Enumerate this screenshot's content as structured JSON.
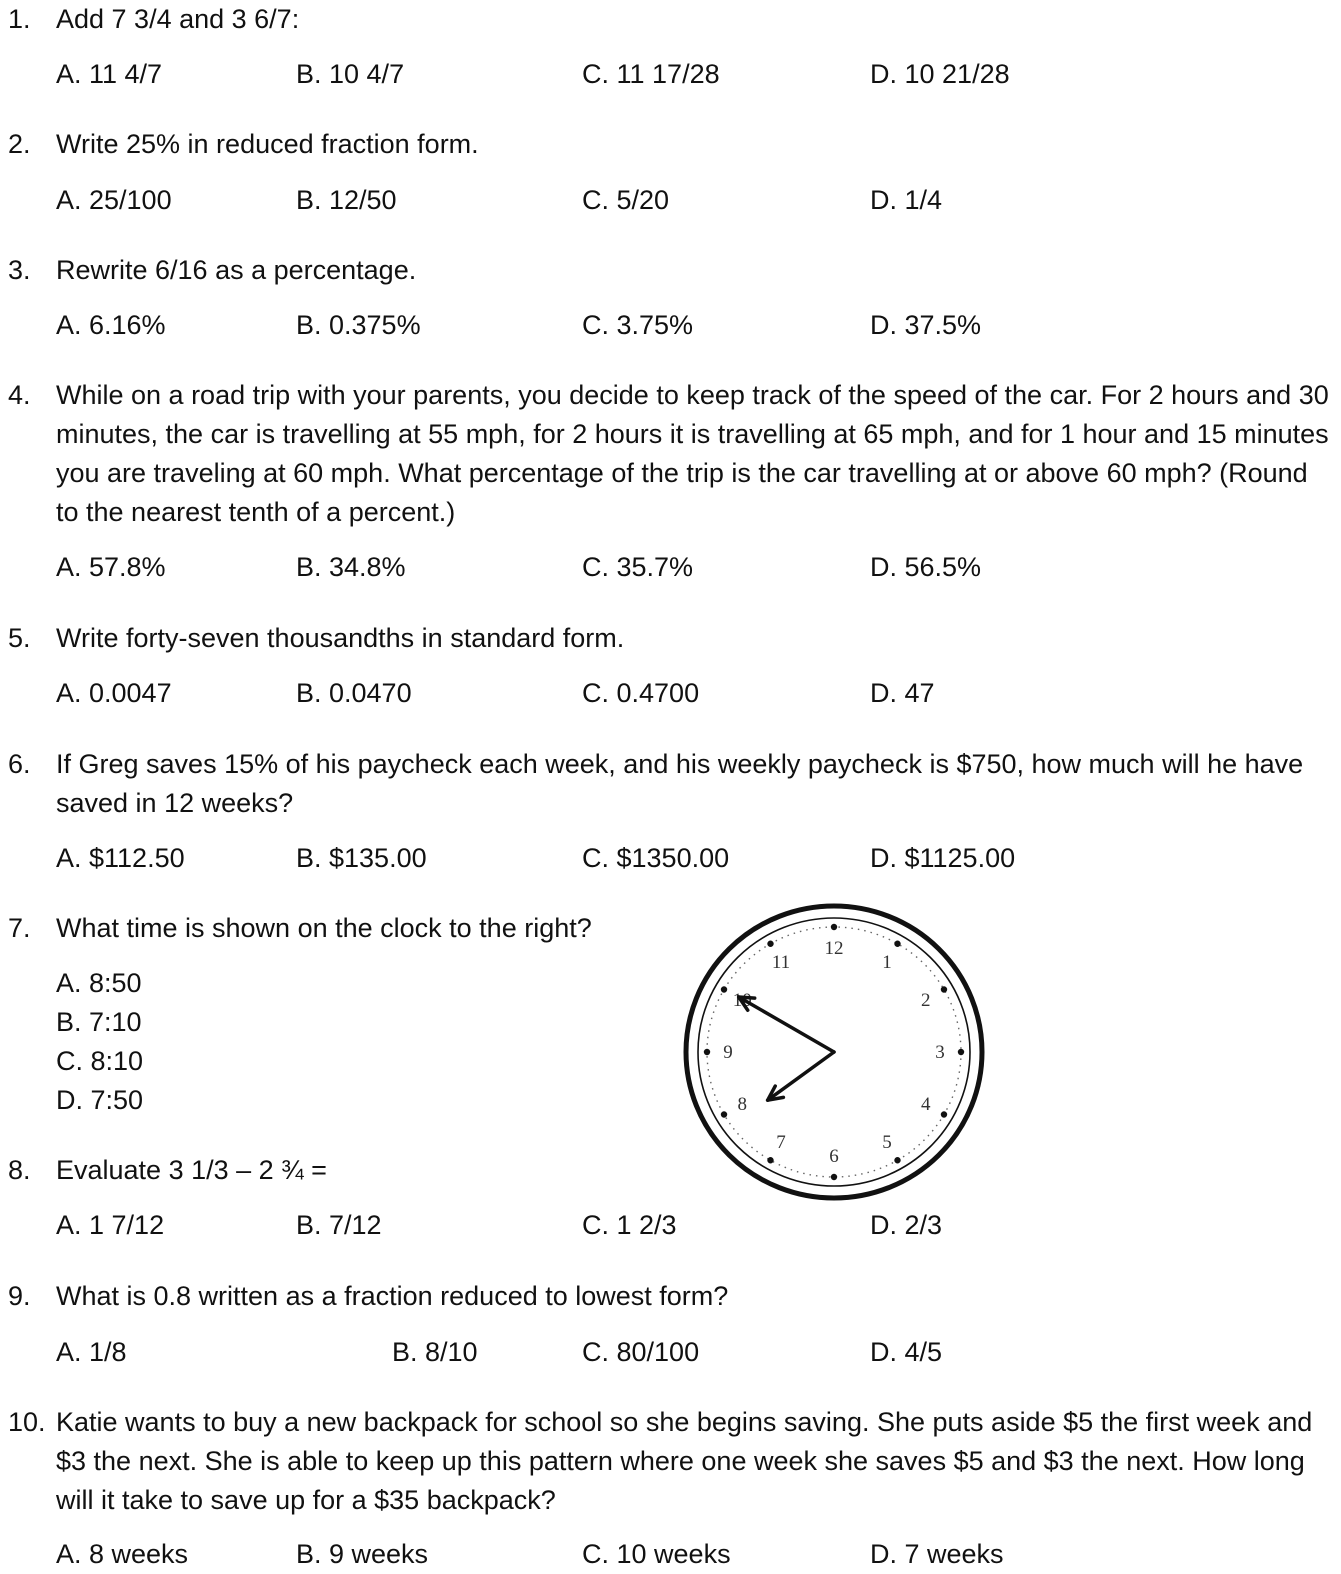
{
  "questions": [
    {
      "num": "1.",
      "text": "Add 7 3/4 and 3 6/7:",
      "options": [
        "A. 11 4/7",
        "B. 10 4/7",
        "C. 11 17/28",
        "D. 10 21/28"
      ]
    },
    {
      "num": "2.",
      "text": "Write 25% in reduced fraction form.",
      "options": [
        "A. 25/100",
        "B. 12/50",
        "C. 5/20",
        "D. 1/4"
      ]
    },
    {
      "num": "3.",
      "text": "Rewrite 6/16 as a percentage.",
      "options": [
        "A. 6.16%",
        "B. 0.375%",
        "C. 3.75%",
        "D. 37.5%"
      ]
    },
    {
      "num": "4.",
      "text": "While on a road trip with your parents, you decide to keep track of the speed of the car. For 2 hours and 30 minutes, the car is travelling at 55 mph, for 2 hours it is travelling at 65 mph, and for 1 hour and 15 minutes you are traveling at 60 mph. What percentage of the trip is the car travelling at or above 60 mph? (Round to the nearest tenth of a percent.)",
      "options": [
        "A. 57.8%",
        "B. 34.8%",
        "C. 35.7%",
        "D. 56.5%"
      ]
    },
    {
      "num": "5.",
      "text": "Write forty-seven thousandths in standard form.",
      "options": [
        "A. 0.0047",
        "B. 0.0470",
        "C. 0.4700",
        "D. 47"
      ]
    },
    {
      "num": "6.",
      "text": "If Greg saves 15% of his paycheck each week, and his weekly paycheck is $750, how much will he have saved in 12 weeks?",
      "options": [
        "A. $112.50",
        "B. $135.00",
        "C. $1350.00",
        "D. $1125.00"
      ]
    },
    {
      "num": "7.",
      "text": "What time is shown on the clock to the right?",
      "options": [
        "A. 8:50",
        "B. 7:10",
        "C. 8:10",
        "D. 7:50"
      ]
    },
    {
      "num": "8.",
      "text": "Evaluate 3 1/3 – 2 ¾ =",
      "options": [
        "A. 1 7/12",
        "B. 7/12",
        "C. 1 2/3",
        "D. 2/3"
      ]
    },
    {
      "num": "9.",
      "text": "What is 0.8 written as a fraction reduced to lowest form?",
      "options": [
        "A. 1/8",
        "B. 8/10",
        "C. 80/100",
        "D. 4/5"
      ]
    },
    {
      "num": "10.",
      "text": "Katie wants to buy a new backpack for school so she begins saving. She puts aside $5 the first week and $3 the next. She is able to keep up this pattern where one week she saves $5 and $3 the next. How long will it take to save up for a $35 backpack?",
      "options": [
        "A. 8 weeks",
        "B. 9 weeks",
        "C. 10 weeks",
        "D. 7 weeks"
      ]
    }
  ],
  "clock": {
    "numerals": [
      "12",
      "1",
      "2",
      "3",
      "4",
      "5",
      "6",
      "7",
      "8",
      "9",
      "10",
      "11"
    ],
    "hour_hand_value": 7.8,
    "minute_hand_value": 50
  }
}
